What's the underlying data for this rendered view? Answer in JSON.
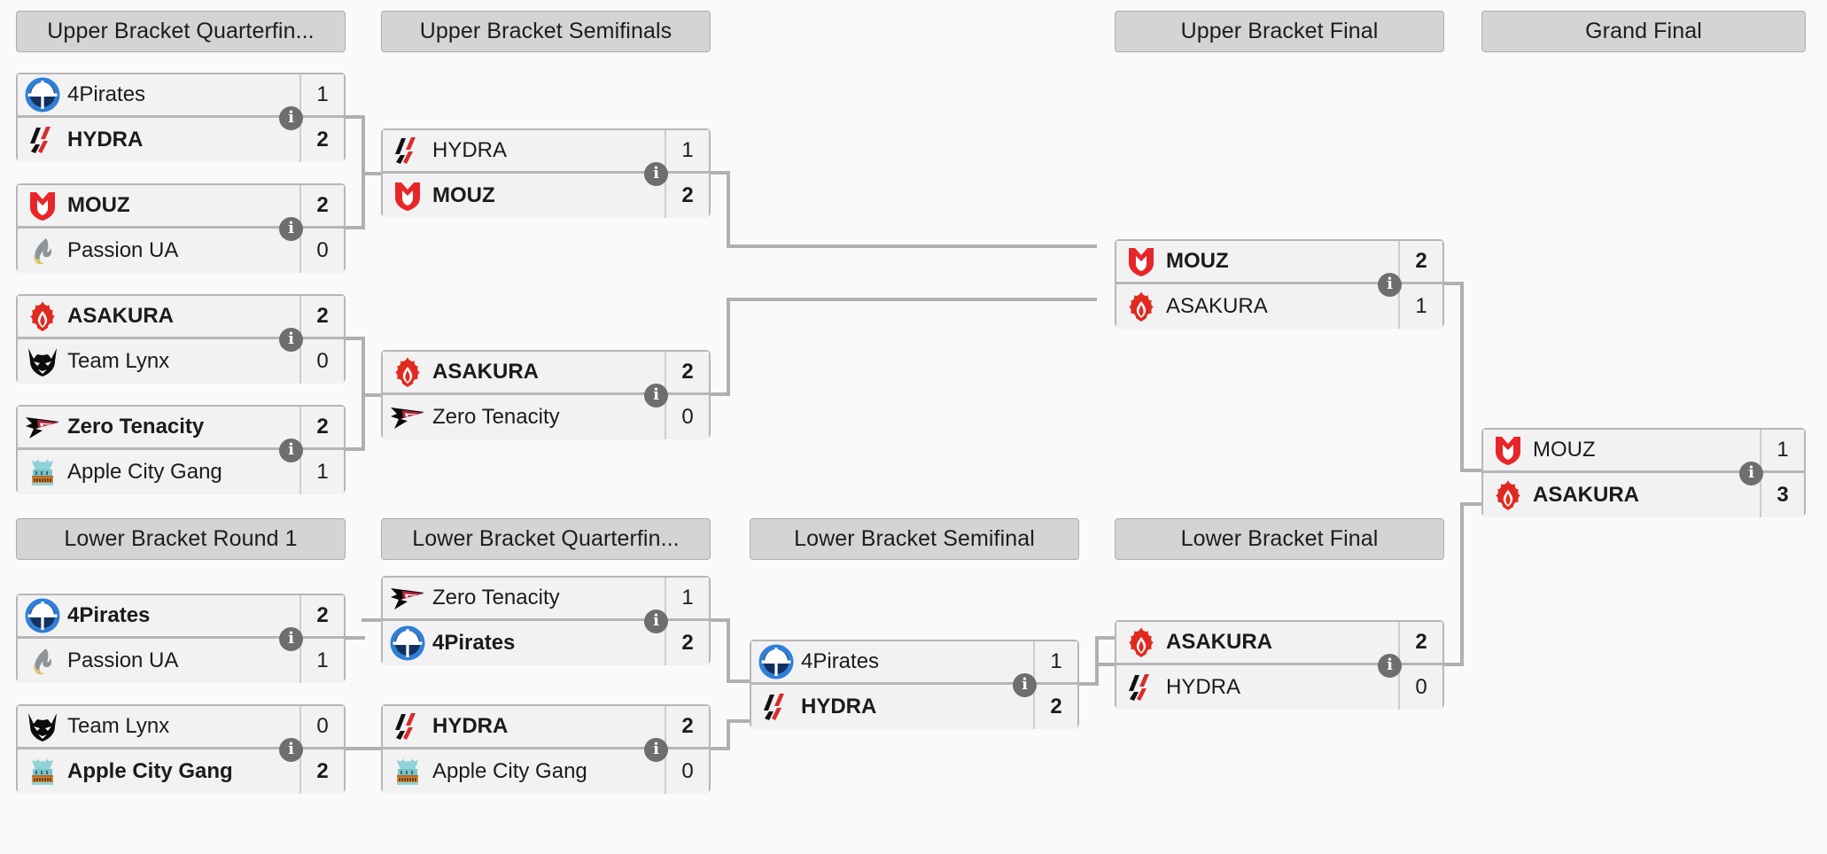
{
  "view": {
    "title": "Double Elimination Bracket",
    "line_color": "#b0b0b0",
    "header_bg": "#d4d4d4",
    "box_bg": "#f2f2f2",
    "info_badge_color": "#6e6e6e"
  },
  "rounds": [
    {
      "id": "ubqf",
      "label": "Upper Bracket Quarterfin..."
    },
    {
      "id": "ubsf",
      "label": "Upper Bracket Semifinals"
    },
    {
      "id": "ubf",
      "label": "Upper Bracket Final"
    },
    {
      "id": "gf",
      "label": "Grand Final"
    },
    {
      "id": "lbr1",
      "label": "Lower Bracket Round 1"
    },
    {
      "id": "lbqf",
      "label": "Lower Bracket Quarterfin..."
    },
    {
      "id": "lbsf",
      "label": "Lower Bracket Semifinal"
    },
    {
      "id": "lbf",
      "label": "Lower Bracket Final"
    }
  ],
  "matches": {
    "ubqf1": {
      "round": "ubqf",
      "teams": [
        {
          "name": "4Pirates",
          "logo": "4pirates-logo",
          "score": "1",
          "winner": false
        },
        {
          "name": "HYDRA",
          "logo": "hydra-logo",
          "score": "2",
          "winner": true
        }
      ]
    },
    "ubqf2": {
      "round": "ubqf",
      "teams": [
        {
          "name": "MOUZ",
          "logo": "mouz-logo",
          "score": "2",
          "winner": true
        },
        {
          "name": "Passion UA",
          "logo": "passion-ua-logo",
          "score": "0",
          "winner": false
        }
      ]
    },
    "ubqf3": {
      "round": "ubqf",
      "teams": [
        {
          "name": "ASAKURA",
          "logo": "asakura-logo",
          "score": "2",
          "winner": true
        },
        {
          "name": "Team Lynx",
          "logo": "team-lynx-logo",
          "score": "0",
          "winner": false
        }
      ]
    },
    "ubqf4": {
      "round": "ubqf",
      "teams": [
        {
          "name": "Zero Tenacity",
          "logo": "zero-tenacity-logo",
          "score": "2",
          "winner": true
        },
        {
          "name": "Apple City Gang",
          "logo": "apple-city-gang-logo",
          "score": "1",
          "winner": false
        }
      ]
    },
    "ubsf1": {
      "round": "ubsf",
      "teams": [
        {
          "name": "HYDRA",
          "logo": "hydra-logo",
          "score": "1",
          "winner": false
        },
        {
          "name": "MOUZ",
          "logo": "mouz-logo",
          "score": "2",
          "winner": true
        }
      ]
    },
    "ubsf2": {
      "round": "ubsf",
      "teams": [
        {
          "name": "ASAKURA",
          "logo": "asakura-logo",
          "score": "2",
          "winner": true
        },
        {
          "name": "Zero Tenacity",
          "logo": "zero-tenacity-logo",
          "score": "0",
          "winner": false
        }
      ]
    },
    "ubf1": {
      "round": "ubf",
      "teams": [
        {
          "name": "MOUZ",
          "logo": "mouz-logo",
          "score": "2",
          "winner": true
        },
        {
          "name": "ASAKURA",
          "logo": "asakura-logo",
          "score": "1",
          "winner": false
        }
      ]
    },
    "gf1": {
      "round": "gf",
      "teams": [
        {
          "name": "MOUZ",
          "logo": "mouz-logo",
          "score": "1",
          "winner": false
        },
        {
          "name": "ASAKURA",
          "logo": "asakura-logo",
          "score": "3",
          "winner": true
        }
      ]
    },
    "lbr1a": {
      "round": "lbr1",
      "teams": [
        {
          "name": "4Pirates",
          "logo": "4pirates-logo",
          "score": "2",
          "winner": true
        },
        {
          "name": "Passion UA",
          "logo": "passion-ua-logo",
          "score": "1",
          "winner": false
        }
      ]
    },
    "lbr1b": {
      "round": "lbr1",
      "teams": [
        {
          "name": "Team Lynx",
          "logo": "team-lynx-logo",
          "score": "0",
          "winner": false
        },
        {
          "name": "Apple City Gang",
          "logo": "apple-city-gang-logo",
          "score": "2",
          "winner": true
        }
      ]
    },
    "lbqf1": {
      "round": "lbqf",
      "teams": [
        {
          "name": "Zero Tenacity",
          "logo": "zero-tenacity-logo",
          "score": "1",
          "winner": false
        },
        {
          "name": "4Pirates",
          "logo": "4pirates-logo",
          "score": "2",
          "winner": true
        }
      ]
    },
    "lbqf2": {
      "round": "lbqf",
      "teams": [
        {
          "name": "HYDRA",
          "logo": "hydra-logo",
          "score": "2",
          "winner": true
        },
        {
          "name": "Apple City Gang",
          "logo": "apple-city-gang-logo",
          "score": "0",
          "winner": false
        }
      ]
    },
    "lbsf1": {
      "round": "lbsf",
      "teams": [
        {
          "name": "4Pirates",
          "logo": "4pirates-logo",
          "score": "1",
          "winner": false
        },
        {
          "name": "HYDRA",
          "logo": "hydra-logo",
          "score": "2",
          "winner": true
        }
      ]
    },
    "lbf1": {
      "round": "lbf",
      "teams": [
        {
          "name": "ASAKURA",
          "logo": "asakura-logo",
          "score": "2",
          "winner": true
        },
        {
          "name": "HYDRA",
          "logo": "hydra-logo",
          "score": "0",
          "winner": false
        }
      ]
    }
  },
  "info_badge_label": "i"
}
